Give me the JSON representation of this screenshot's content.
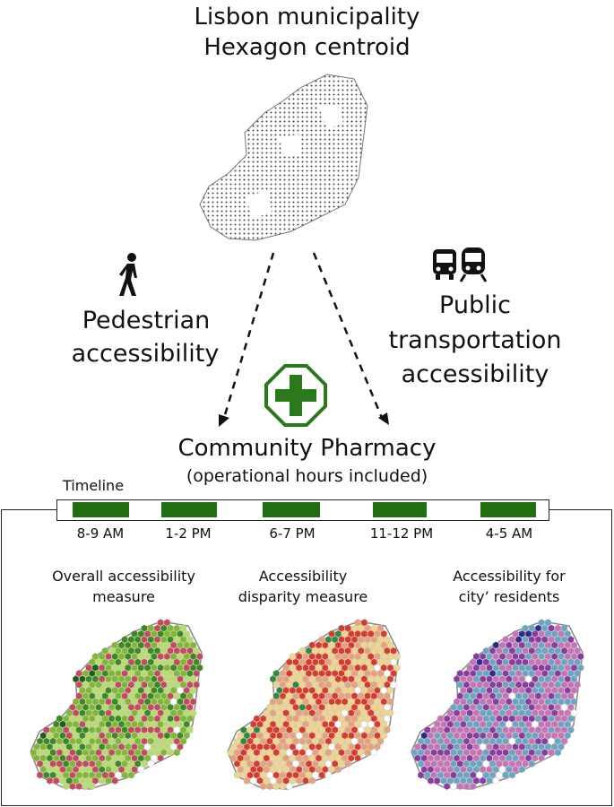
{
  "top": {
    "title_line1": "Lisbon municipality",
    "title_line2": "Hexagon centroid"
  },
  "pedestrian": {
    "icon": "walking-person-icon",
    "line1": "Pedestrian",
    "line2": "accessibility"
  },
  "public_transport": {
    "icon": "bus-and-train-icon",
    "line1": "Public",
    "line2": "transportation",
    "line3": "accessibility"
  },
  "pharmacy": {
    "icon": "pharmacy-cross-icon",
    "title": "Community Pharmacy",
    "subtitle": "(operational hours included)",
    "color": "#2a7a1c"
  },
  "timeline": {
    "label": "Timeline",
    "slots": [
      "8-9 AM",
      "1-2 PM",
      "6-7 PM",
      "11-12 PM",
      "4-5 AM"
    ],
    "color": "#1f6e0f"
  },
  "maps": [
    {
      "title_line1": "Overall accessibility",
      "title_line2": "measure",
      "palette": [
        "#1e5e12",
        "#3b8a1e",
        "#7dba2f",
        "#b9dd6a",
        "#c64a5c",
        "#ffffff"
      ]
    },
    {
      "title_line1": "Accessibility",
      "title_line2": "disparity measure",
      "palette": [
        "#2d8a3e",
        "#d93b2b",
        "#f0d58a",
        "#e8a27a",
        "#ffffff"
      ]
    },
    {
      "title_line1": "Accessibility for",
      "title_line2": "city’ residents",
      "palette": [
        "#2c2a8a",
        "#8a3aa0",
        "#c872b8",
        "#6aa6c4",
        "#ffffff"
      ]
    }
  ]
}
